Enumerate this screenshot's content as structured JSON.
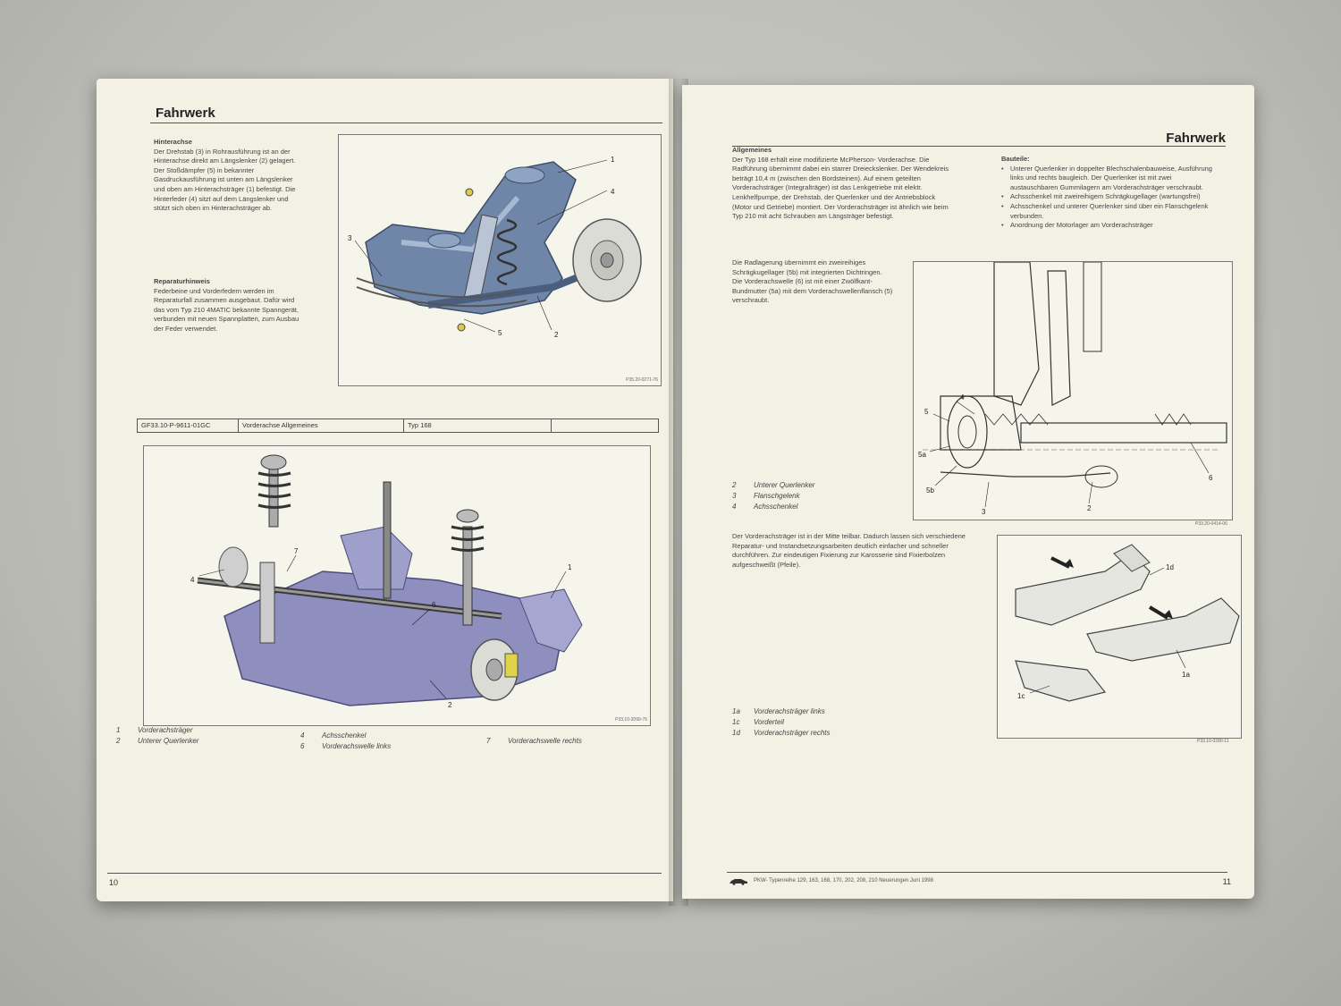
{
  "left": {
    "title": "Fahrwerk",
    "hinterachse": {
      "heading": "Hinterachse",
      "body": "Der Drehstab (3) in Rohrausführung ist an der Hinterachse direkt am Längslenker (2) gelagert. Der Stoßdämpfer (5) in bekannter Gasdruckausführung ist unten am Längslenker und oben am Hinterachsträger (1) befestigt. Die Hinterfeder (4) sitzt auf dem Längslenker und stützt sich oben im Hinterachsträger ab."
    },
    "reparatur": {
      "heading": "Reparaturhinweis",
      "body": "Federbeine und Vorderfedern werden im Reparaturfall zusammen ausgebaut. Dafür wird das vom Typ 210 4MATIC bekannte Spanngerät, verbunden mit neuen Spannplatten, zum Ausbau der Feder verwendet."
    },
    "fig1": {
      "code": "P35.20-0271-76",
      "callouts": [
        "1",
        "2",
        "3",
        "4",
        "5"
      ]
    },
    "header_row": {
      "doc": "GF33.10-P-9611-01GC",
      "topic": "Vorderachse Allgemeines",
      "type": "Typ 168",
      "empty": ""
    },
    "fig2": {
      "code": "P33.10-2099-76",
      "callouts": [
        "1",
        "2",
        "4",
        "6",
        "7"
      ]
    },
    "legend": [
      {
        "num": "1",
        "label": "Vorderachsträger"
      },
      {
        "num": "2",
        "label": "Unterer Querlenker"
      },
      {
        "num": "4",
        "label": "Achsschenkel"
      },
      {
        "num": "6",
        "label": "Vorderachswelle links"
      },
      {
        "num": "7",
        "label": "Vorderachswelle rechts"
      }
    ],
    "page_number": "10"
  },
  "right": {
    "title": "Fahrwerk",
    "allgemeines": {
      "heading": "Allgemeines",
      "body": "Der Typ 168 erhält eine modifizierte McPherson- Vorderachse. Die Radführung übernimmt dabei ein starrer Dreieckslenker. Der Wendekreis beträgt 10,4 m (zwischen den Bordsteinen). Auf einem geteilten Vorderachsträger (Integralträger) ist das Lenkgetriebe mit elektr. Lenkhelfpumpe, der Drehstab, der Querlenker und der Antriebsblock (Motor und Getriebe) montiert. Der Vorderachsträger ist ähnlich wie beim Typ 210 mit acht Schrauben am Längsträger befestigt."
    },
    "bauteile": {
      "heading": "Bauteile:",
      "items": [
        "Unterer Querlenker in doppelter Blechschalenbauweise, Ausführung links und rechts baugleich. Der Querlenker ist mit zwei austauschbaren Gummilagern am Vorderachsträger verschraubt.",
        "Achsschenkel mit zweireihigem Schrägkugellager (wartungsfrei)",
        "Achsschenkel und unterer Querlenker sind über ein Flanschgelenk verbunden.",
        "Anordnung der Motorlager am Vorderachsträger"
      ]
    },
    "radlagerung": "Die Radlagerung übernimmt ein zweireihiges Schrägkugellager (5b) mit integrierten Dichtringen. Die Vorderachswelle (6) ist mit einer Zwölfkant- Bundmutter (5a) mit dem Vorderachswellenflansch (5) verschraubt.",
    "fig3": {
      "code": "P33.20-0414-06",
      "callouts": [
        "4",
        "5",
        "5a",
        "5b",
        "2",
        "3",
        "6"
      ]
    },
    "legend1": [
      {
        "num": "2",
        "label": "Unterer Querlenker"
      },
      {
        "num": "3",
        "label": "Flanschgelenk"
      },
      {
        "num": "4",
        "label": "Achsschenkel"
      }
    ],
    "teilbar": "Der Vorderachsträger ist in der Mitte teilbar. Dadurch lassen sich verschiedene Reparatur- und Instandsetzungsarbeiten deutlich einfacher und schneller durchführen. Zur eindeutigen Fixierung zur Karosserie sind Fixierbolzen aufgeschweißt (Pfeile).",
    "fig4": {
      "code": "P33.10-0280-11",
      "callouts": [
        "1d",
        "1a",
        "1c"
      ]
    },
    "legend2": [
      {
        "num": "1a",
        "label": "Vorderachsträger links"
      },
      {
        "num": "1c",
        "label": "Vorderteil"
      },
      {
        "num": "1d",
        "label": "Vorderachsträger rechts"
      }
    ],
    "footer": "PKW- Typenreihe 129, 163, 168, 170, 202, 208, 210 Neuerungen Juni 1998",
    "page_number": "11"
  }
}
